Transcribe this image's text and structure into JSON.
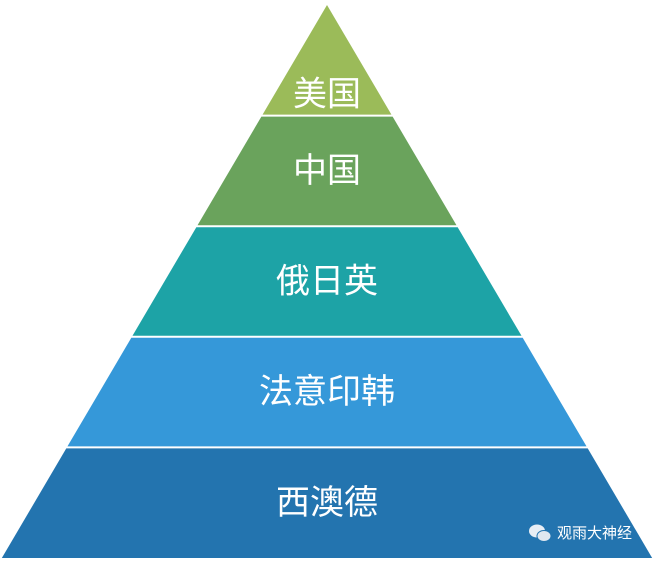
{
  "pyramid": {
    "levels": [
      {
        "label": "美国",
        "color": "#9BBB59"
      },
      {
        "label": "中国",
        "color": "#6AA35C"
      },
      {
        "label": "俄日英",
        "color": "#1DA3A6"
      },
      {
        "label": "法意印韩",
        "color": "#3598D9"
      },
      {
        "label": "西澳德",
        "color": "#2374AF"
      }
    ]
  },
  "watermark": {
    "icon": "wechat-icon",
    "text": "观雨大神经"
  }
}
